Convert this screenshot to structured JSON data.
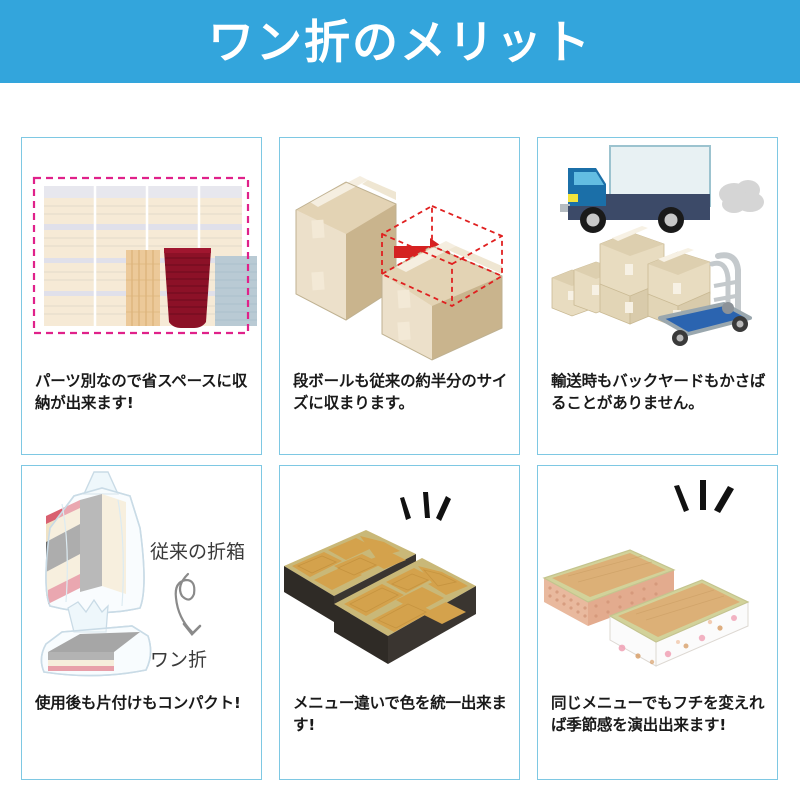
{
  "header": {
    "title": "ワン折のメリット",
    "background_color": "#33a5dc",
    "text_color": "#ffffff"
  },
  "theme": {
    "card_border_color": "#7ec8e3",
    "page_background": "#ffffff",
    "caption_color": "#1a1a1a",
    "dashed_pink": "#e0218a",
    "dashed_red": "#e02020",
    "arrow_red": "#d42222"
  },
  "cards": [
    {
      "id": "card-storage",
      "position": "row1-col1",
      "illustration": "stacked-box-parts-on-shelf",
      "illustration_colors": {
        "shelf_tray_cream": "#f3e7d4",
        "stack_tan": "#e8c99a",
        "stack_darkred": "#8c1127",
        "stack_bluegray": "#b9cad4",
        "dash_border": "#e0218a"
      },
      "caption": "パーツ別なので省スペースに収納が出来ます!"
    },
    {
      "id": "card-carton",
      "position": "row1-col2",
      "illustration": "cardboard-box-halved",
      "illustration_colors": {
        "box_top": "#e3d3b4",
        "box_front": "#e9dcc3",
        "box_side": "#c9b48d",
        "tape": "#f5eee0",
        "arrow": "#d42222",
        "dash_outline": "#e02020"
      },
      "caption": "段ボールも従来の約半分のサイズに収まります。"
    },
    {
      "id": "card-transport",
      "position": "row1-col3",
      "illustration": "truck-boxes-handcart",
      "illustration_colors": {
        "truck_cab": "#1b6fa8",
        "truck_window": "#63bde2",
        "truck_body": "#e8f1f3",
        "truck_chassis": "#3c4a68",
        "wheel": "#1a1a1a",
        "hub": "#c8c8c8",
        "exhaust": "#d5d5d5",
        "box": "#e8dcc0",
        "cart_deck": "#2b64b0",
        "cart_frame": "#c4c9cc",
        "headlight": "#f2e43c"
      },
      "caption": "輸送時もバックヤードもかさばることがありません。"
    },
    {
      "id": "card-disposal",
      "position": "row2-col1",
      "illustration": "trash-bag-comparison",
      "labels": {
        "before": "従来の折箱",
        "after": "ワン折"
      },
      "illustration_colors": {
        "bag": "#f4fafd",
        "bag_outline": "#c9dbe6",
        "box_gray": "#6b6b6b",
        "box_cream": "#f0e2c4",
        "box_red": "#d9566a",
        "arrow": "#8a8a8a",
        "label_text": "#3a3a3a"
      },
      "caption": "使用後も片付けもコンパクト!"
    },
    {
      "id": "card-menu-color",
      "position": "row2-col2",
      "illustration": "two-compartment-bento-trays",
      "illustration_colors": {
        "tray_top": "#d4a24c",
        "tray_rim": "#c9b878",
        "tray_side": "#3a3530",
        "sparkle": "#111111"
      },
      "caption": "メニュー違いで色を統一出来ます!"
    },
    {
      "id": "card-seasonal-edge",
      "position": "row2-col3",
      "illustration": "two-long-trays-different-edges",
      "illustration_colors": {
        "tray_top": "#dcb077",
        "tray_rim": "#d2d29a",
        "side_textured": "#e9b99e",
        "side_white": "#fbfbfb",
        "floral_pink": "#f0a0b4",
        "floral_tan": "#d8a06a",
        "sparkle": "#111111"
      },
      "caption": "同じメニューでもフチを変えれば季節感を演出出来ます!"
    }
  ]
}
